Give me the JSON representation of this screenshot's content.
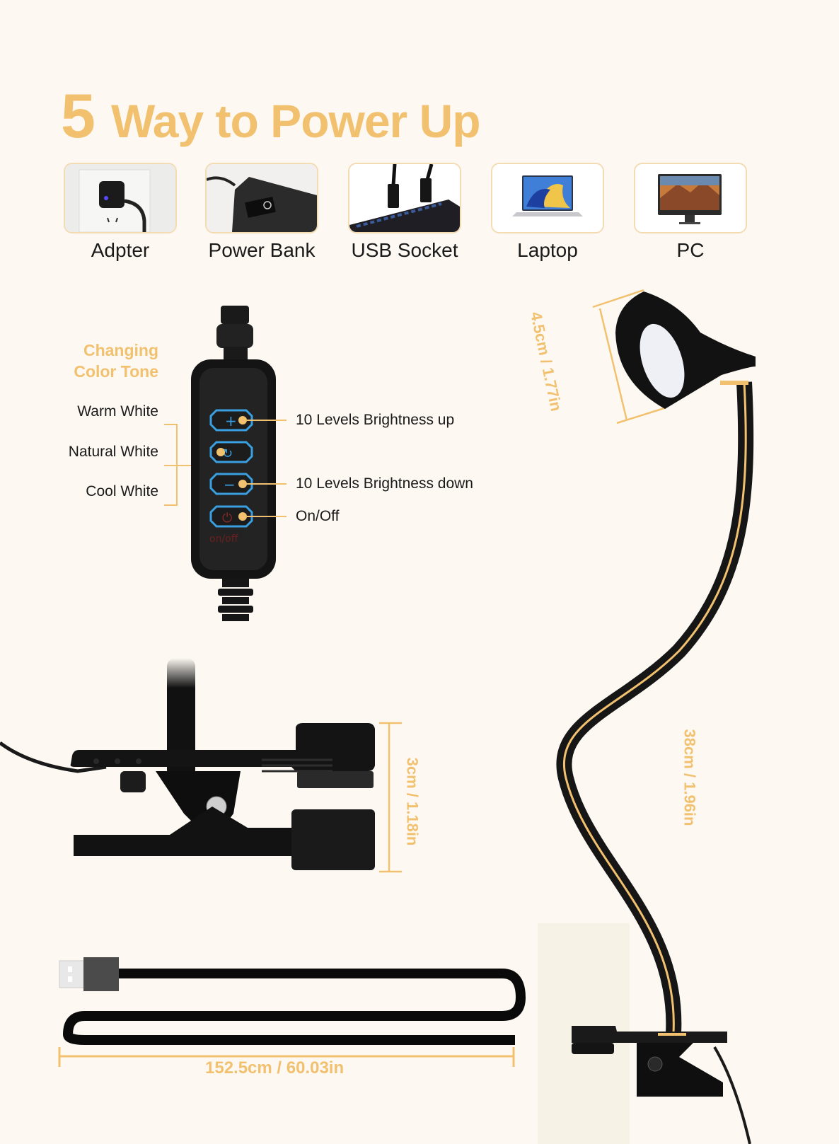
{
  "header": {
    "title_number": "5",
    "title_text": "Way to Power Up"
  },
  "power_sources": [
    {
      "label": "Adpter",
      "icon": "wall-adapter-icon"
    },
    {
      "label": "Power Bank",
      "icon": "power-bank-icon"
    },
    {
      "label": "USB Socket",
      "icon": "usb-hub-icon"
    },
    {
      "label": "Laptop",
      "icon": "laptop-icon"
    },
    {
      "label": "PC",
      "icon": "desktop-pc-icon"
    }
  ],
  "controller": {
    "heading_line1": "Changing",
    "heading_line2": "Color Tone",
    "color_tones": [
      "Warm White",
      "Natural White",
      "Cool White"
    ],
    "buttons": [
      {
        "symbol": "+",
        "label": "10 Levels Brightness up"
      },
      {
        "symbol": "↻",
        "label": ""
      },
      {
        "symbol": "−",
        "label": "10 Levels Brightness down"
      },
      {
        "symbol": "⏻",
        "label": "On/Off"
      }
    ],
    "button_text": "on/off"
  },
  "dimensions": {
    "lamp_head": "4.5cm / 1.77in",
    "gooseneck": "38cm / 1.96in",
    "clip": "3cm / 1.18in",
    "cable": "152.5cm / 60.03in"
  },
  "colors": {
    "background": "#fdf9f2",
    "accent": "#f2c170",
    "product": "#111111",
    "button_glow": "#3a9fe0"
  }
}
